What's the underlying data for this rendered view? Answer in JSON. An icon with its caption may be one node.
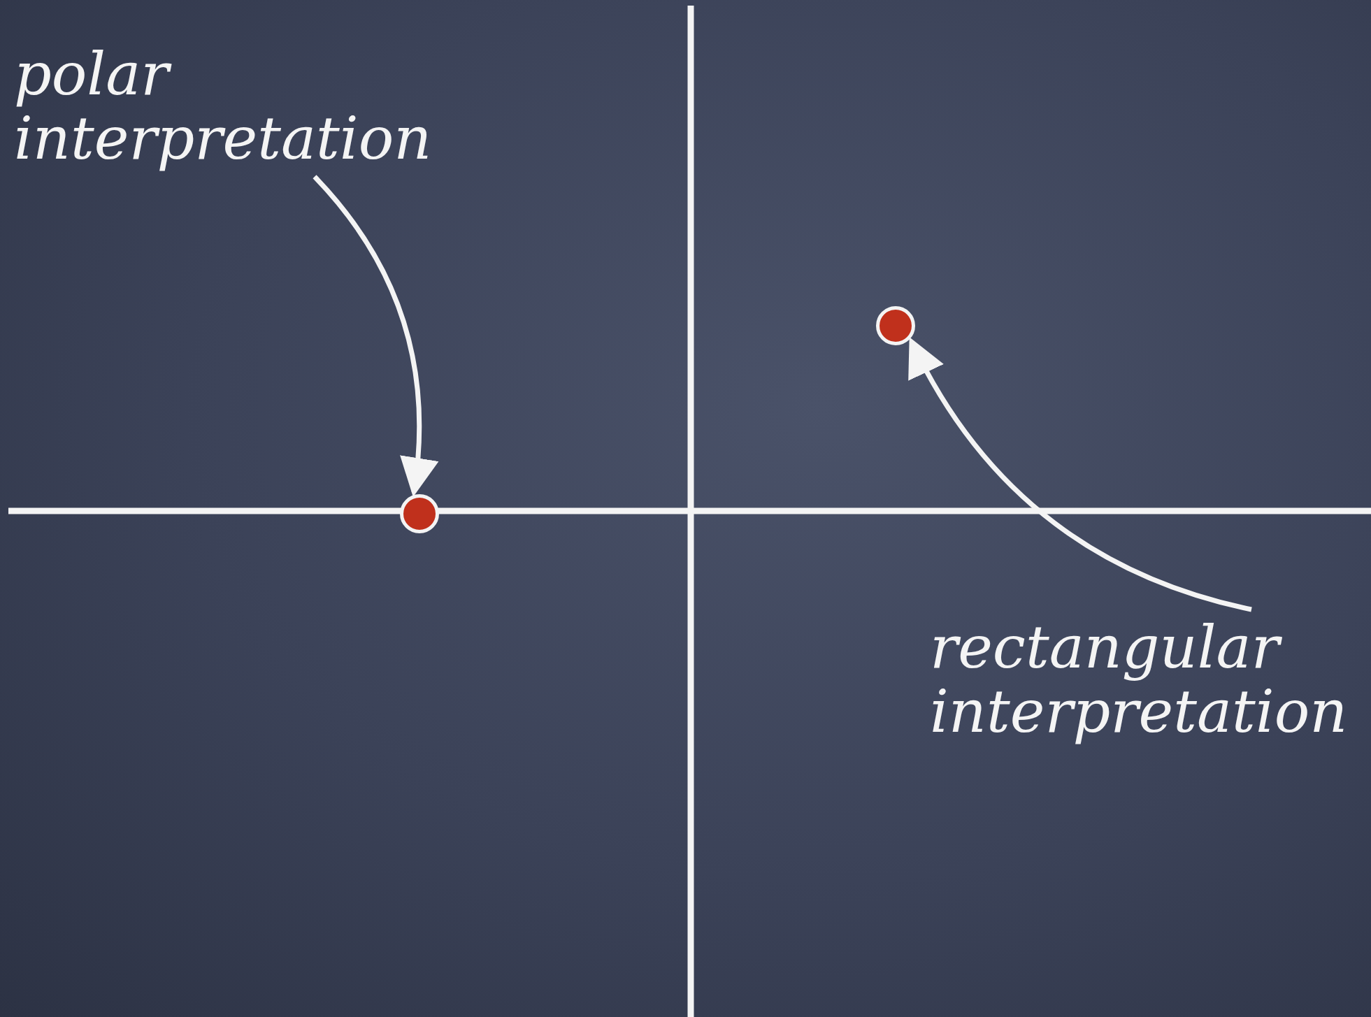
{
  "diagram": {
    "nodes": [
      {
        "text": [
          "polar interpretation"
        ]
      },
      {
        "text": [],
        "shape": "circle"
      },
      {
        "text": [],
        "shape": "circle"
      },
      {
        "text": [
          "rectangular interpretation"
        ]
      }
    ],
    "edges": [
      {
        "from": 0,
        "to": 1,
        "arrow": "to"
      },
      {
        "from": 3,
        "to": 2,
        "arrow": "to"
      }
    ]
  }
}
